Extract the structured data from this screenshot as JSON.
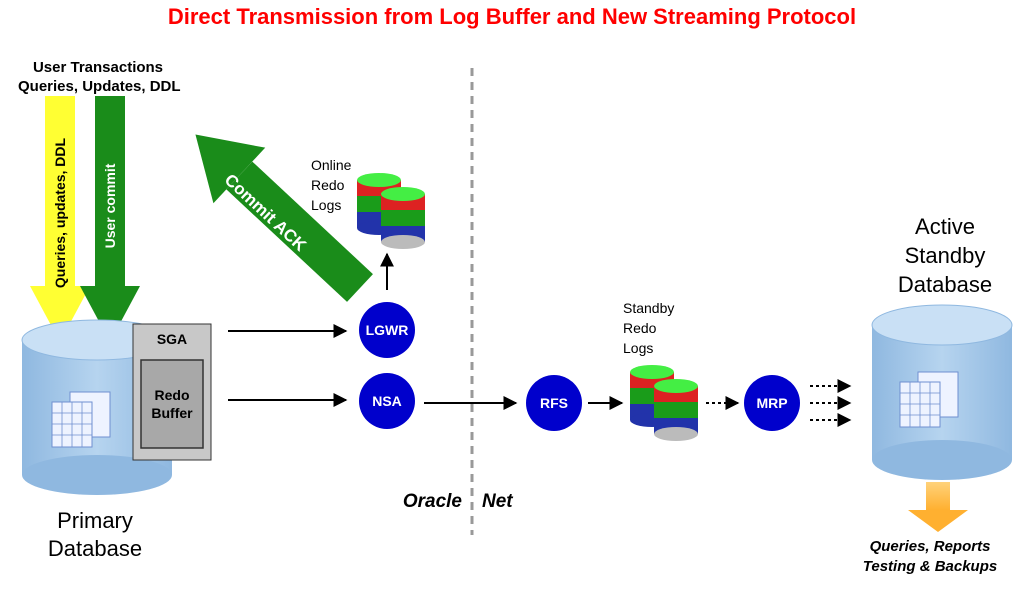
{
  "title": "Direct Transmission from Log Buffer and New Streaming Protocol",
  "user_transactions": {
    "line1": "User Transactions",
    "line2": "Queries, Updates, DDL"
  },
  "arrows": {
    "queries": "Queries, updates, DDL",
    "user_commit": "User commit",
    "commit_ack": "Commit ACK"
  },
  "sga": {
    "label": "SGA",
    "buffer_line1": "Redo",
    "buffer_line2": "Buffer"
  },
  "online_redo": {
    "line1": "Online",
    "line2": "Redo",
    "line3": "Logs"
  },
  "standby_redo": {
    "line1": "Standby",
    "line2": "Redo",
    "line3": "Logs"
  },
  "processes": {
    "lgwr": "LGWR",
    "nsa": "NSA",
    "rfs": "RFS",
    "mrp": "MRP"
  },
  "network": {
    "left": "Oracle",
    "right": "Net"
  },
  "primary": {
    "line1": "Primary",
    "line2": "Database"
  },
  "standby": {
    "line1": "Active",
    "line2": "Standby",
    "line3": "Database"
  },
  "output": {
    "line1": "Queries, Reports",
    "line2": "Testing & Backups"
  },
  "colors": {
    "title": "#ff0000",
    "process": "#0000cc",
    "arrow_green": "#1a8c1a",
    "arrow_yellow": "#ffff33",
    "db_blue": "#a9cbe9",
    "orange": "#ffc04d"
  }
}
